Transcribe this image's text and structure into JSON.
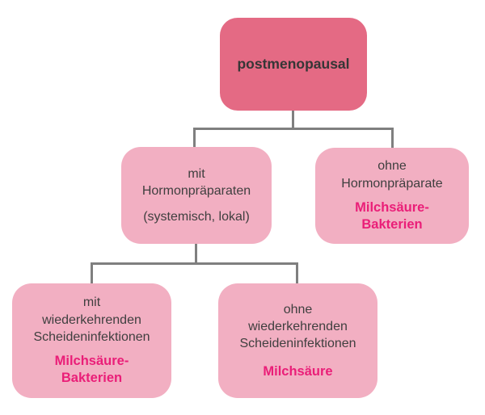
{
  "diagram": {
    "type": "flowchart",
    "language": "de",
    "colors": {
      "background": "#ffffff",
      "root_fill": "#e46a84",
      "node_fill": "#f2afc2",
      "body_text": "#3f3f3f",
      "root_text": "#363636",
      "highlight_text": "#ea1e78",
      "connector": "#7f7f7f"
    },
    "nodes": {
      "root": {
        "lines": [
          "postmenopausal"
        ]
      },
      "with_hormones": {
        "lines": [
          "mit",
          "Hormonpräparaten"
        ],
        "sub": "(systemisch, lokal)"
      },
      "without_hormones": {
        "lines": [
          "ohne",
          "Hormonpräparate"
        ],
        "highlight_lines": [
          "Milchsäure-",
          "Bakterien"
        ]
      },
      "with_infections": {
        "lines": [
          "mit",
          "wiederkehrenden",
          "Scheideninfektionen"
        ],
        "highlight_lines": [
          "Milchsäure-",
          "Bakterien"
        ]
      },
      "without_infections": {
        "lines": [
          "ohne",
          "wiederkehrenden",
          "Scheideninfektionen"
        ],
        "highlight_lines": [
          "Milchsäure"
        ]
      }
    }
  }
}
